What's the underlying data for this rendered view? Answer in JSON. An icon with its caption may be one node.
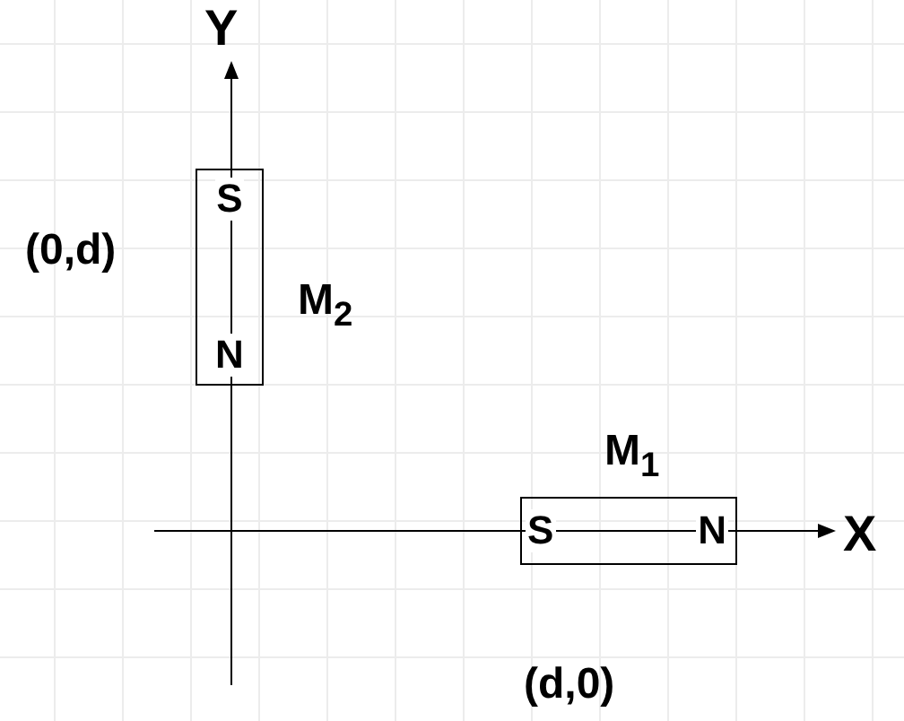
{
  "diagram": {
    "nodes": [
      {
        "text": [
          "S",
          "N"
        ],
        "beside": [
          "M$_{2}$"
        ]
      },
      {
        "text": [
          "S",
          "N"
        ],
        "beside": [
          "M$_{1}$"
        ]
      }
    ],
    "labels": [
      "Y",
      "(0,d)",
      "X",
      "(d,0)"
    ]
  }
}
